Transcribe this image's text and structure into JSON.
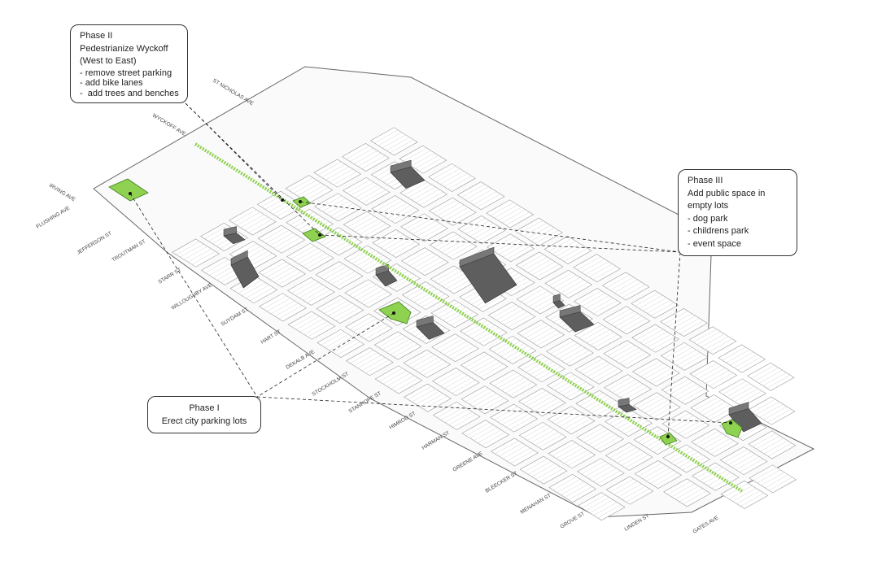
{
  "map": {
    "streets": [
      {
        "id": "st-nicholas",
        "label": "ST NICHOLAS AVE"
      },
      {
        "id": "wyckoff",
        "label": "WYCKOFF AVE"
      },
      {
        "id": "irving",
        "label": "IRVING AVE"
      },
      {
        "id": "flushing",
        "label": "FLUSHING AVE"
      },
      {
        "id": "jefferson",
        "label": "JEFFERSON ST"
      },
      {
        "id": "troutman",
        "label": "TROUTMAN ST"
      },
      {
        "id": "starr",
        "label": "STARR ST"
      },
      {
        "id": "willoughby",
        "label": "WILLOUGHBY AVE"
      },
      {
        "id": "suydam",
        "label": "SUYDAM ST"
      },
      {
        "id": "hart",
        "label": "HART ST"
      },
      {
        "id": "dekalb",
        "label": "DEKALB AVE"
      },
      {
        "id": "stockholm",
        "label": "STOCKHOLM ST"
      },
      {
        "id": "stanhope",
        "label": "STANHOPE ST"
      },
      {
        "id": "himrod",
        "label": "HIMROD ST"
      },
      {
        "id": "harman",
        "label": "HARMAN ST"
      },
      {
        "id": "greene",
        "label": "GREENE AVE"
      },
      {
        "id": "bleecker",
        "label": "BLEECKER ST"
      },
      {
        "id": "menahan",
        "label": "MENAHAN ST"
      },
      {
        "id": "grove",
        "label": "GROVE ST"
      },
      {
        "id": "linden",
        "label": "LINDEN ST"
      },
      {
        "id": "gates",
        "label": "GATES AVE"
      }
    ],
    "colors": {
      "lot": "#8fd150",
      "lot_stroke": "#3f7f20",
      "building": "#5a5a5a",
      "block": "#ffffff",
      "line": "#555555",
      "wyckoff_strip": "#8fd150"
    }
  },
  "callouts": {
    "phase2": {
      "title": "Phase II",
      "lines": [
        "Pedestrianize Wyckoff",
        "(West to East)",
        "- remove street parking",
        "- add bike lanes",
        "-  add trees and benches"
      ]
    },
    "phase3": {
      "title": "Phase III",
      "lines": [
        "Add public space in",
        "empty lots",
        "- dog park",
        "- childrens park",
        "- event space"
      ]
    },
    "phase1": {
      "title": "Phase I",
      "lines": [
        "Erect city parking lots"
      ]
    }
  }
}
